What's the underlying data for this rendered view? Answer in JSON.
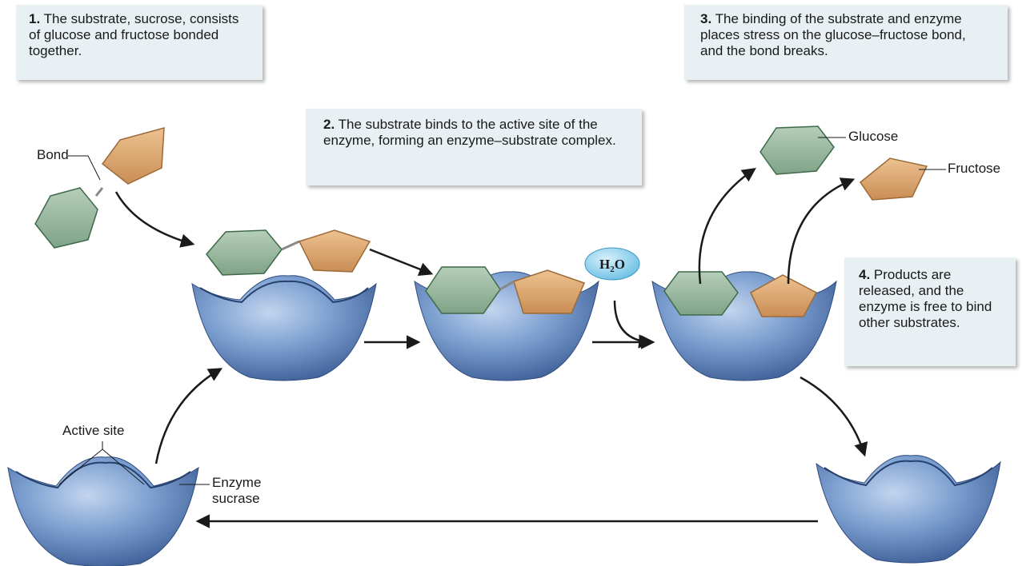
{
  "steps": [
    {
      "number": "1.",
      "text": "The substrate, sucrose, consists of glucose and fructose bonded together."
    },
    {
      "number": "2.",
      "text": "The substrate binds to the active site of the enzyme, forming an enzyme–substrate complex."
    },
    {
      "number": "3.",
      "text": "The binding of the substrate and enzyme places stress on the glucose–fructose bond, and the bond breaks."
    },
    {
      "number": "4.",
      "text": "Products are released, and the enzyme is free to bind other substrates."
    }
  ],
  "labels": {
    "bond": "Bond",
    "glucose": "Glucose",
    "fructose": "Fructose",
    "active_site": "Active site",
    "enzyme_line1": "Enzyme",
    "enzyme_line2": "sucrase",
    "water": "H",
    "water_sub": "2",
    "water_o": "O"
  },
  "colors": {
    "box_bg": "#e8f0f3",
    "glucose": "#8fb396",
    "fructose": "#d9a36f",
    "enzyme": "#5f86bd",
    "water_bubble": "#7fc8e8"
  }
}
